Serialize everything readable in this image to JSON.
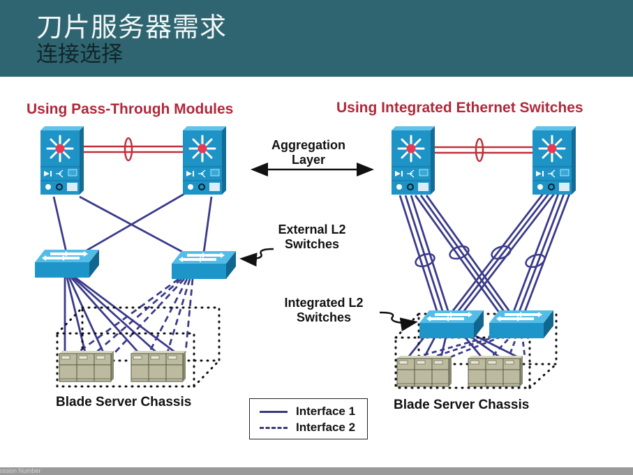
{
  "header": {
    "title": "刀片服务器需求",
    "subtitle": "连接选择"
  },
  "left": {
    "title": "Using Pass-Through Modules",
    "chassis_label": "Blade Server Chassis"
  },
  "right": {
    "title": "Using Integrated Ethernet Switches",
    "chassis_label": "Blade Server Chassis"
  },
  "center": {
    "aggregation_line1": "Aggregation",
    "aggregation_line2": "Layer",
    "external_line1": "External L2",
    "external_line2": "Switches",
    "integrated_line1": "Integrated L2",
    "integrated_line2": "Switches"
  },
  "legend": {
    "interface1": "Interface 1",
    "interface2": "Interface 2"
  },
  "footer": {
    "text": "ession Number"
  },
  "colors": {
    "header_bg": "#2e6570",
    "section_title": "#b0283a",
    "link": "#3a3a8a",
    "device_blue": "#1c8fc0",
    "trunk_red": "#c0303a",
    "server_tan": "#bcbba0"
  }
}
